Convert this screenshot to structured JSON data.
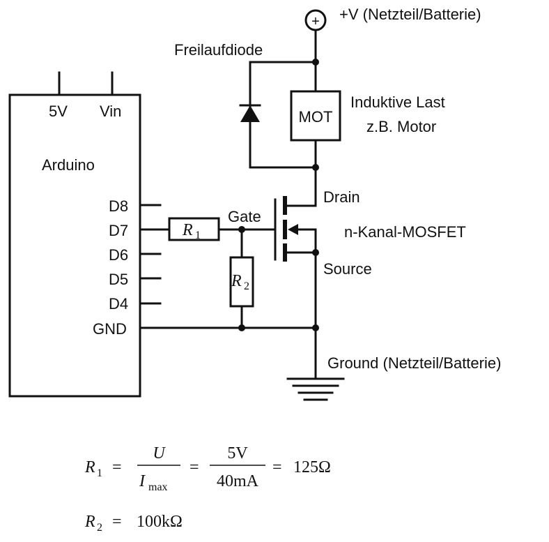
{
  "arduino": {
    "title": "Arduino",
    "top_pins": [
      "5V",
      "Vin"
    ],
    "pins": [
      "D8",
      "D7",
      "D6",
      "D5",
      "D4",
      "GND"
    ]
  },
  "supply": {
    "plus_symbol": "+",
    "label": "+V (Netzteil/Batterie)"
  },
  "diode": {
    "label": "Freilaufdiode"
  },
  "motor": {
    "box_label": "MOT",
    "label_line1": "Induktive Last",
    "label_line2": "z.B. Motor"
  },
  "mosfet": {
    "drain": "Drain",
    "gate": "Gate",
    "source": "Source",
    "type": "n-Kanal-MOSFET"
  },
  "resistors": {
    "r1": {
      "letter": "R",
      "sub": "1"
    },
    "r2": {
      "letter": "R",
      "sub": "2"
    }
  },
  "ground": {
    "label": "Ground (Netzteil/Batterie)"
  },
  "equations": {
    "eq1": {
      "lhs_letter": "R",
      "lhs_sub": "1",
      "eq": "=",
      "frac1_num": "U",
      "frac1_den_letter": "I",
      "frac1_den_sub": "max",
      "eq2": "=",
      "frac2_num": "5V",
      "frac2_den": "40mA",
      "eq3": "=",
      "result": "125Ω"
    },
    "eq2": {
      "lhs_letter": "R",
      "lhs_sub": "2",
      "eq": "=",
      "result": "100kΩ"
    }
  }
}
